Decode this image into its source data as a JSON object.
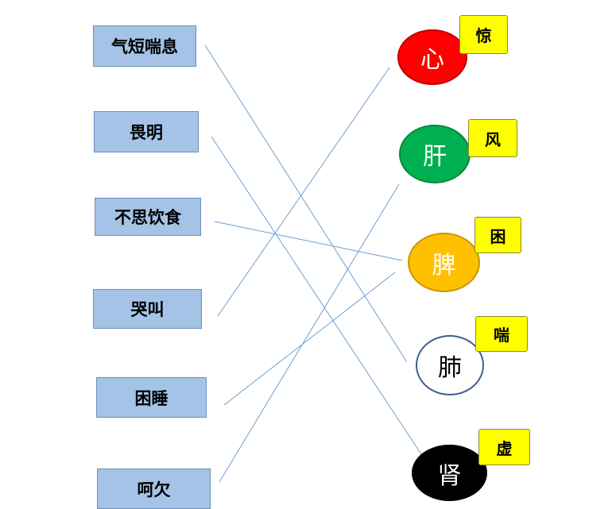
{
  "symptoms": [
    {
      "label": "气短喘息"
    },
    {
      "label": "畏明"
    },
    {
      "label": "不思饮食"
    },
    {
      "label": "哭叫"
    },
    {
      "label": "困睡"
    },
    {
      "label": "呵欠"
    }
  ],
  "organs": [
    {
      "label": "心",
      "fill": "#ff0000",
      "text_color": "#ffffff",
      "border": "#c00000",
      "tag": "惊"
    },
    {
      "label": "肝",
      "fill": "#00b050",
      "text_color": "#ffffff",
      "border": "#008a3e",
      "tag": "风"
    },
    {
      "label": "脾",
      "fill": "#ffc000",
      "text_color": "#ffffff",
      "border": "#c99700",
      "tag": "困"
    },
    {
      "label": "肺",
      "fill": "#ffffff",
      "text_color": "#000000",
      "border": "#3f5f8f",
      "tag": "喘"
    },
    {
      "label": "肾",
      "fill": "#000000",
      "text_color": "#ffffff",
      "border": "#000000",
      "tag": "虚"
    }
  ],
  "connections": [
    {
      "symptom": 0,
      "organ": 3
    },
    {
      "symptom": 1,
      "organ": 4
    },
    {
      "symptom": 2,
      "organ": 2
    },
    {
      "symptom": 3,
      "organ": 0
    },
    {
      "symptom": 4,
      "organ": 2
    },
    {
      "symptom": 5,
      "organ": 1
    }
  ],
  "colors": {
    "box_fill": "#a4c3e6",
    "tag_fill": "#ffff00",
    "line": "#6e9fd0"
  }
}
